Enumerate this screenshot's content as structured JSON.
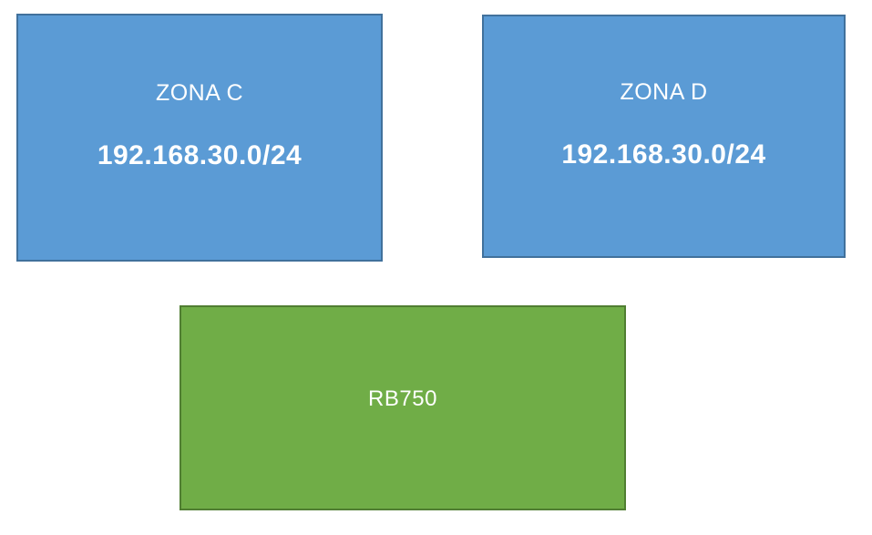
{
  "diagram": {
    "nodes": [
      {
        "id": "zone-c",
        "type": "zone",
        "title": "ZONA C",
        "subtitle": "192.168.30.0/24"
      },
      {
        "id": "zone-d",
        "type": "zone",
        "title": "ZONA D",
        "subtitle": "192.168.30.0/24"
      },
      {
        "id": "router",
        "type": "router",
        "title": "RB750"
      }
    ]
  },
  "colors": {
    "zone_fill": "#5b9bd5",
    "zone_border": "#41719c",
    "router_fill": "#70ad47",
    "router_border": "#507e32",
    "text": "#ffffff",
    "background": "#ffffff"
  }
}
